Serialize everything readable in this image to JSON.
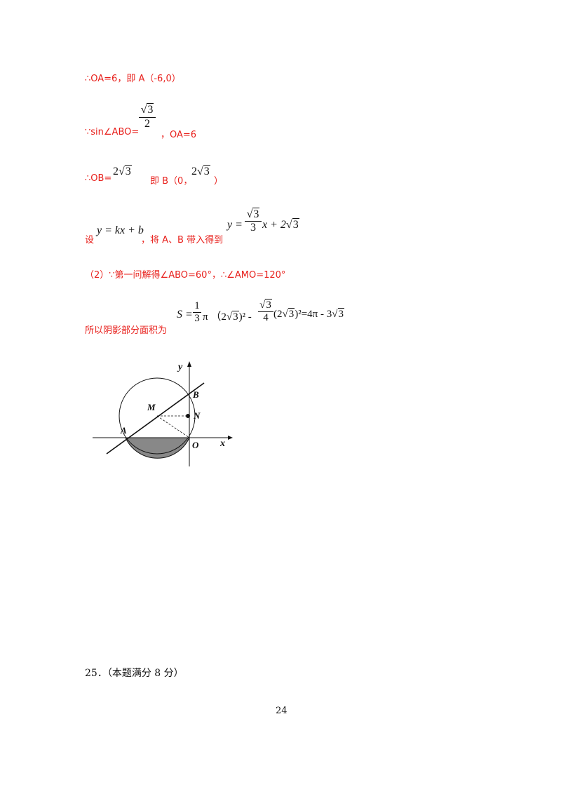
{
  "lines": {
    "l1": "∴OA=6，即 A（-6,0）",
    "l2_prefix": "∵sin∠ABO=",
    "l2_num": "3",
    "l2_den": "2",
    "l2_suffix": "，OA=6",
    "l3_prefix": "∴OB=",
    "l3_val_coef": "2",
    "l3_val_rad": "3",
    "l3_mid": "即 B（0，",
    "l3_b_coef": "2",
    "l3_b_rad": "3",
    "l3_end": "）",
    "l4_prefix": "设",
    "l4_eq": "y = kx + b",
    "l4_mid": "，将 A、B 带入得到",
    "l4_res_y": "y =",
    "l4_res_num": "3",
    "l4_res_den": "3",
    "l4_res_x": "x + 2",
    "l4_res_rad": "3",
    "l5": "（2）∵第一问解得∠ABO=60°，∴∠AMO=120°",
    "l6_prefix": "所以阴影部分面积为",
    "l6_S": "S =",
    "l6_f1_num": "1",
    "l6_f1_den": "3",
    "l6_pi": "π （2",
    "l6_rad1": "3",
    "l6_sq1": ")² -",
    "l6_f2_num": "3",
    "l6_f2_den": "4",
    "l6_open2": "(2",
    "l6_rad2": "3",
    "l6_tail": ")²=4π - 3",
    "l6_rad3": "3"
  },
  "figure": {
    "label_y": "y",
    "label_x": "x",
    "label_B": "B",
    "label_M": "M",
    "label_N": "N",
    "label_A": "A",
    "label_O": "O"
  },
  "footer": {
    "question": "25．（本题满分 8 分）",
    "page_number": "24"
  }
}
